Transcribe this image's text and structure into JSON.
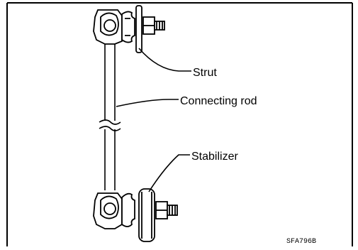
{
  "labels": {
    "strut": "Strut",
    "connecting_rod": "Connecting rod",
    "stabilizer": "Stabilizer"
  },
  "figure_code": "SFA796B",
  "colors": {
    "ink": "#000000",
    "paper": "#ffffff"
  }
}
